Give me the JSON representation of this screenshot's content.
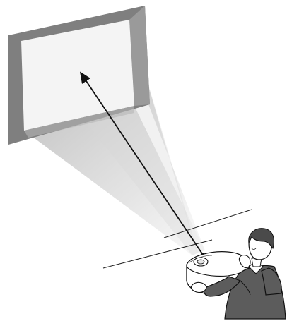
{
  "diagram": {
    "subject": "projector-distance-setup",
    "elements": [
      "screen",
      "projection-beam",
      "distance-arrow",
      "floor-lines",
      "projector",
      "person"
    ]
  },
  "colors": {
    "screen_frame": "#7f7f7f",
    "screen_face": "#f4f4f4",
    "beam": "#c8c8c8",
    "outline": "#111111",
    "person_fill": "#5a5a5a",
    "projector_fill": "#ffffff"
  }
}
